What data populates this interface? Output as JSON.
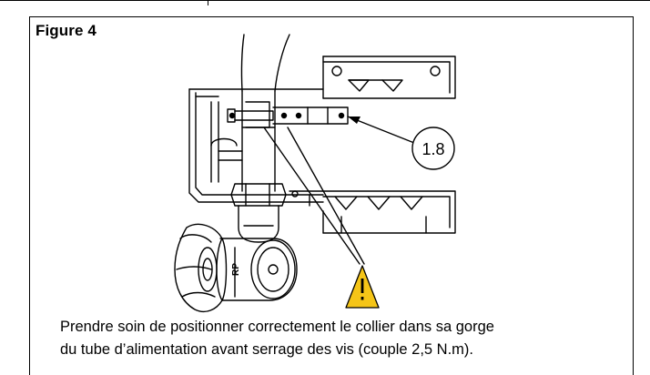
{
  "figure": {
    "title": "Figure 4",
    "callout_label": "1.8",
    "valve_marking": "RP"
  },
  "caption": {
    "line1": "Prendre soin de positionner correctement le collier dans sa gorge",
    "line2": "du tube d’alimentation avant serrage des vis (couple 2,5 N.m)."
  },
  "colors": {
    "line": "#000000",
    "warning_fill": "#f5c518"
  },
  "icons": [
    "warning-triangle-icon"
  ]
}
